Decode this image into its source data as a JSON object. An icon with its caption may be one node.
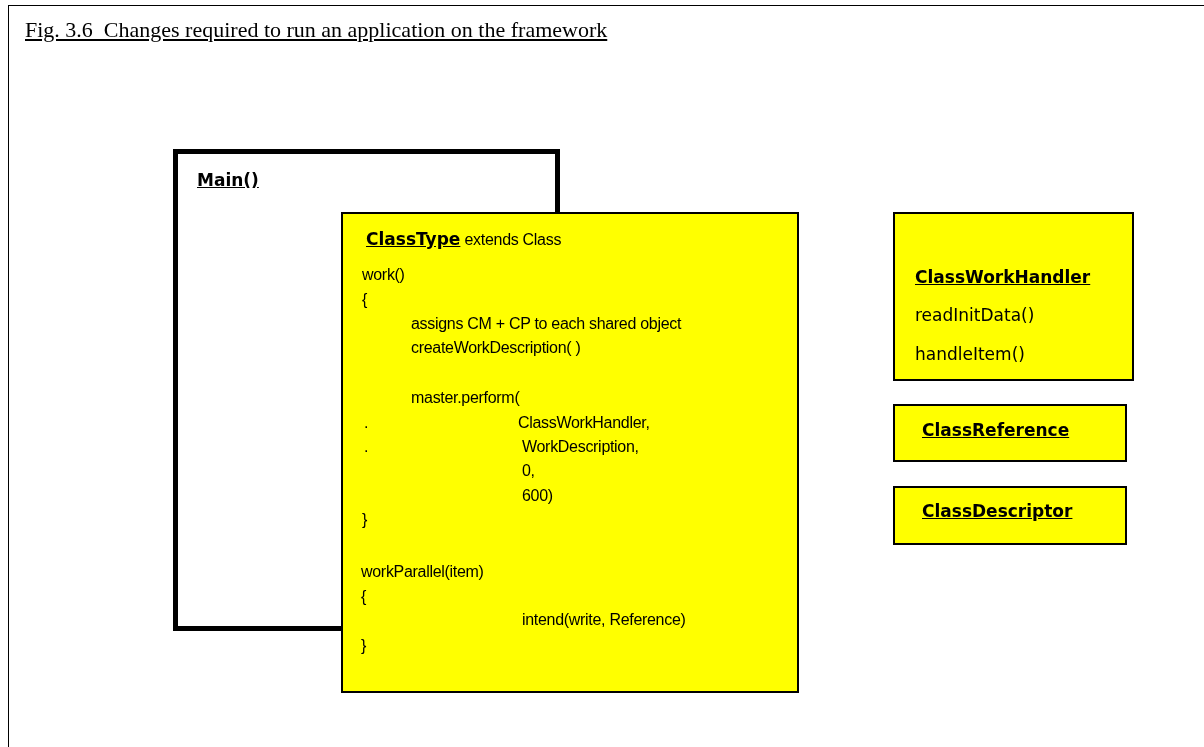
{
  "diagram": {
    "title": "Fig. 3.6  Changes required to run an application on the framework",
    "nodes": [
      {
        "text": [
          "Main()"
        ]
      },
      {
        "text": [
          "**ClassType** extends Class",
          "work()",
          "{",
          "assigns CM + CP to each shared object",
          "createWorkDescription( )",
          "master.perform(",
          ".",
          "ClassWorkHandler,",
          ".",
          "WorkDescription,",
          "0,",
          "600)",
          "}",
          "workParallel(item)",
          "{",
          "intend(write, Reference)",
          "}"
        ]
      },
      {
        "text": [
          "ClassWorkHandler",
          "readInitData()",
          "handleItem()"
        ]
      },
      {
        "text": [
          "ClassReference"
        ]
      },
      {
        "text": [
          "ClassDescriptor"
        ]
      }
    ],
    "edges": []
  }
}
